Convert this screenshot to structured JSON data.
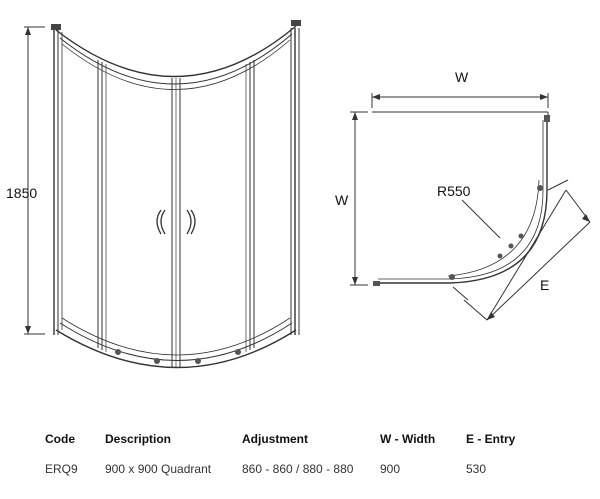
{
  "front_view": {
    "height_label": "1850"
  },
  "plan_view": {
    "width_top_label": "W",
    "width_side_label": "W",
    "radius_label": "R550",
    "entry_label": "E"
  },
  "table": {
    "headers": [
      "Code",
      "Description",
      "Adjustment",
      "W - Width",
      "E - Entry"
    ],
    "rows": [
      [
        "ERQ9",
        "900 x 900 Quadrant",
        "860 - 860 / 880 - 880",
        "900",
        "530"
      ]
    ]
  },
  "colors": {
    "line": "#333333",
    "frame": "#444444"
  }
}
